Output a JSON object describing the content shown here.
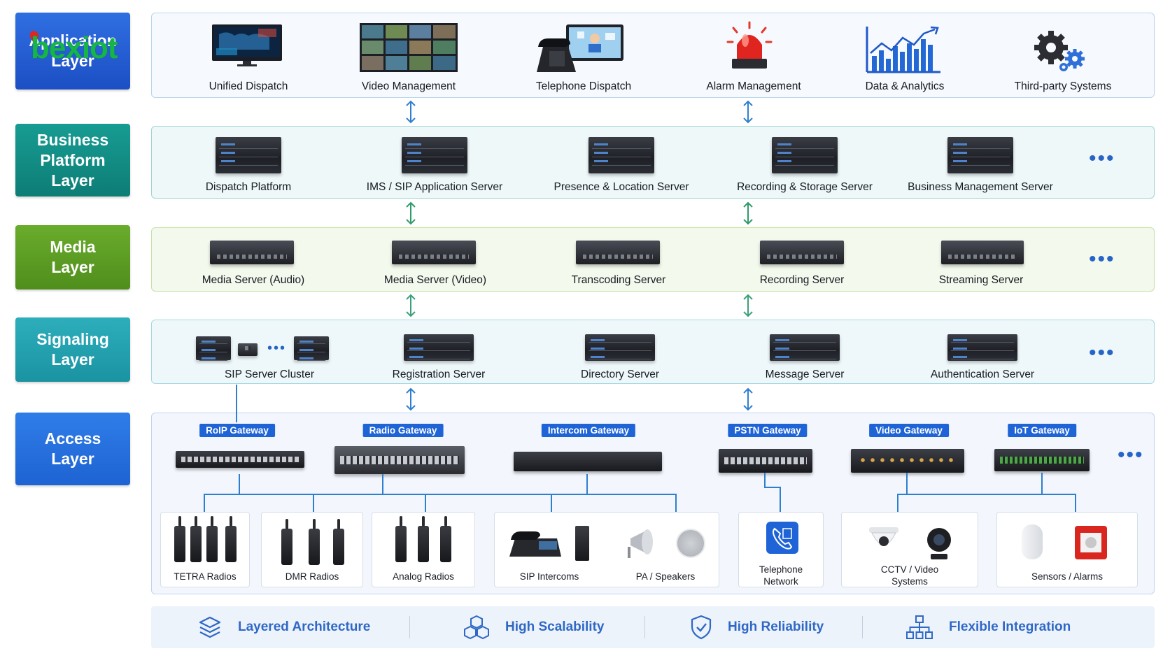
{
  "brand": {
    "watermark": "bexiot"
  },
  "layers": {
    "application": {
      "label": "Application\nLayer",
      "items": [
        "Unified Dispatch",
        "Video Management",
        "Telephone Dispatch",
        "Alarm Management",
        "Data & Analytics",
        "Third-party Systems"
      ]
    },
    "business": {
      "label": "Business\nPlatform\nLayer",
      "items": [
        "Dispatch Platform",
        "IMS / SIP Application Server",
        "Presence & Location Server",
        "Recording & Storage Server",
        "Business Management Server"
      ],
      "more": "•••"
    },
    "media": {
      "label": "Media\nLayer",
      "items": [
        "Media Server (Audio)",
        "Media Server (Video)",
        "Transcoding Server",
        "Recording Server",
        "Streaming Server"
      ],
      "more": "•••"
    },
    "signaling": {
      "label": "Signaling\nLayer",
      "items": [
        "SIP Server Cluster",
        "Registration Server",
        "Directory Server",
        "Message Server",
        "Authentication Server"
      ],
      "cluster_dots": "•••",
      "more": "•••"
    },
    "access": {
      "label": "Access\nLayer",
      "gateways": [
        "RoIP Gateway",
        "Radio Gateway",
        "Intercom Gateway",
        "PSTN Gateway",
        "Video Gateway",
        "IoT Gateway"
      ],
      "more": "•••",
      "devices": [
        "TETRA Radios",
        "DMR Radios",
        "Analog Radios",
        "SIP Intercoms",
        "PA / Speakers",
        "Telephone\nNetwork",
        "CCTV / Video\nSystems",
        "Sensors / Alarms"
      ]
    }
  },
  "features": [
    "Layered Architecture",
    "High Scalability",
    "High Reliability",
    "Flexible Integration"
  ],
  "colors": {
    "application": "#1f55cc",
    "business": "#0f857d",
    "media": "#5a9a22",
    "signaling": "#1f9dab",
    "access": "#2368d8",
    "accent": "#2f68c6"
  }
}
